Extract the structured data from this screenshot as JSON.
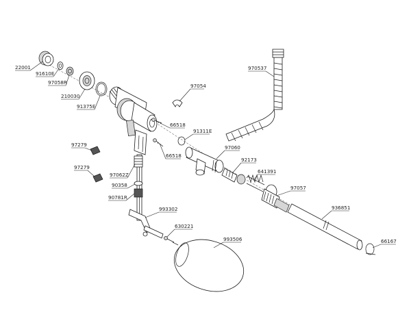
{
  "labels": [
    {
      "id": "22001",
      "text": "22001"
    },
    {
      "id": "91610e",
      "text": "91610E"
    },
    {
      "id": "97058r",
      "text": "97058R"
    },
    {
      "id": "21003d",
      "text": "210030"
    },
    {
      "id": "91375e",
      "text": "91375E"
    },
    {
      "id": "97054",
      "text": "97054"
    },
    {
      "id": "66518a",
      "text": "66518"
    },
    {
      "id": "91311e",
      "text": "91311E"
    },
    {
      "id": "66518b",
      "text": "66518"
    },
    {
      "id": "97279a",
      "text": "97279"
    },
    {
      "id": "97279b",
      "text": "97279"
    },
    {
      "id": "97062z",
      "text": "97062Z"
    },
    {
      "id": "90358",
      "text": "90358"
    },
    {
      "id": "90781r",
      "text": "90781R"
    },
    {
      "id": "993302",
      "text": "993302"
    },
    {
      "id": "630221",
      "text": "630221"
    },
    {
      "id": "993506",
      "text": "993506"
    },
    {
      "id": "97060",
      "text": "97060"
    },
    {
      "id": "92173",
      "text": "92173"
    },
    {
      "id": "641391",
      "text": "641391"
    },
    {
      "id": "97057",
      "text": "97057"
    },
    {
      "id": "936851",
      "text": "936851"
    },
    {
      "id": "66167",
      "text": "66167"
    },
    {
      "id": "970537",
      "text": "970537"
    }
  ]
}
